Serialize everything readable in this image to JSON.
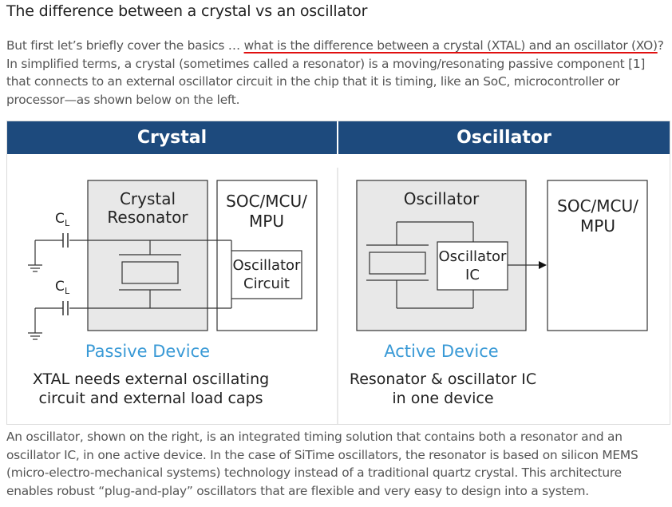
{
  "page": {
    "title": "The difference between a crystal vs an oscillator",
    "intro_before": "But first let’s briefly cover the basics … ",
    "intro_highlight": "what is the difference between a crystal (XTAL) and an oscillator (XO)",
    "intro_after": "? In simplified terms, a crystal (sometimes called a resonator) is a moving/resonating passive component [1] that connects to an external oscillator circuit in the chip that it is timing, like an SoC, microcontroller or processor—as shown below on the left.",
    "outro": "An oscillator, shown on the right, is an integrated timing solution that contains both a resonator and an oscillator IC, in one active device. In the case of SiTime oscillators, the resonator is based on silicon MEMS (micro-electro-mechanical systems) technology instead of a traditional quartz crystal. This architecture enables robust “plug-and-play” oscillators that are flexible and very easy to design into a system.",
    "highlight_color": "#e01010"
  },
  "figure": {
    "header_color": "#1d4a7d",
    "accent_color": "#3a9ad6",
    "left": {
      "header": "Crystal",
      "resonator_line1": "Crystal",
      "resonator_line2": "Resonator",
      "chip_line1": "SOC/MCU/",
      "chip_line2": "MPU",
      "osc_circuit_line1": "Oscillator",
      "osc_circuit_line2": "Circuit",
      "cap_label": "C",
      "cap_sub": "L",
      "device_type": "Passive Device",
      "desc_line1": "XTAL needs external oscillating",
      "desc_line2": "circuit and external load caps"
    },
    "right": {
      "header": "Oscillator",
      "osc_title": "Oscillator",
      "ic_line1": "Oscillator",
      "ic_line2": "IC",
      "chip_line1": "SOC/MCU/",
      "chip_line2": "MPU",
      "device_type": "Active Device",
      "desc_line1": "Resonator & oscillator IC",
      "desc_line2": "in one device"
    }
  }
}
